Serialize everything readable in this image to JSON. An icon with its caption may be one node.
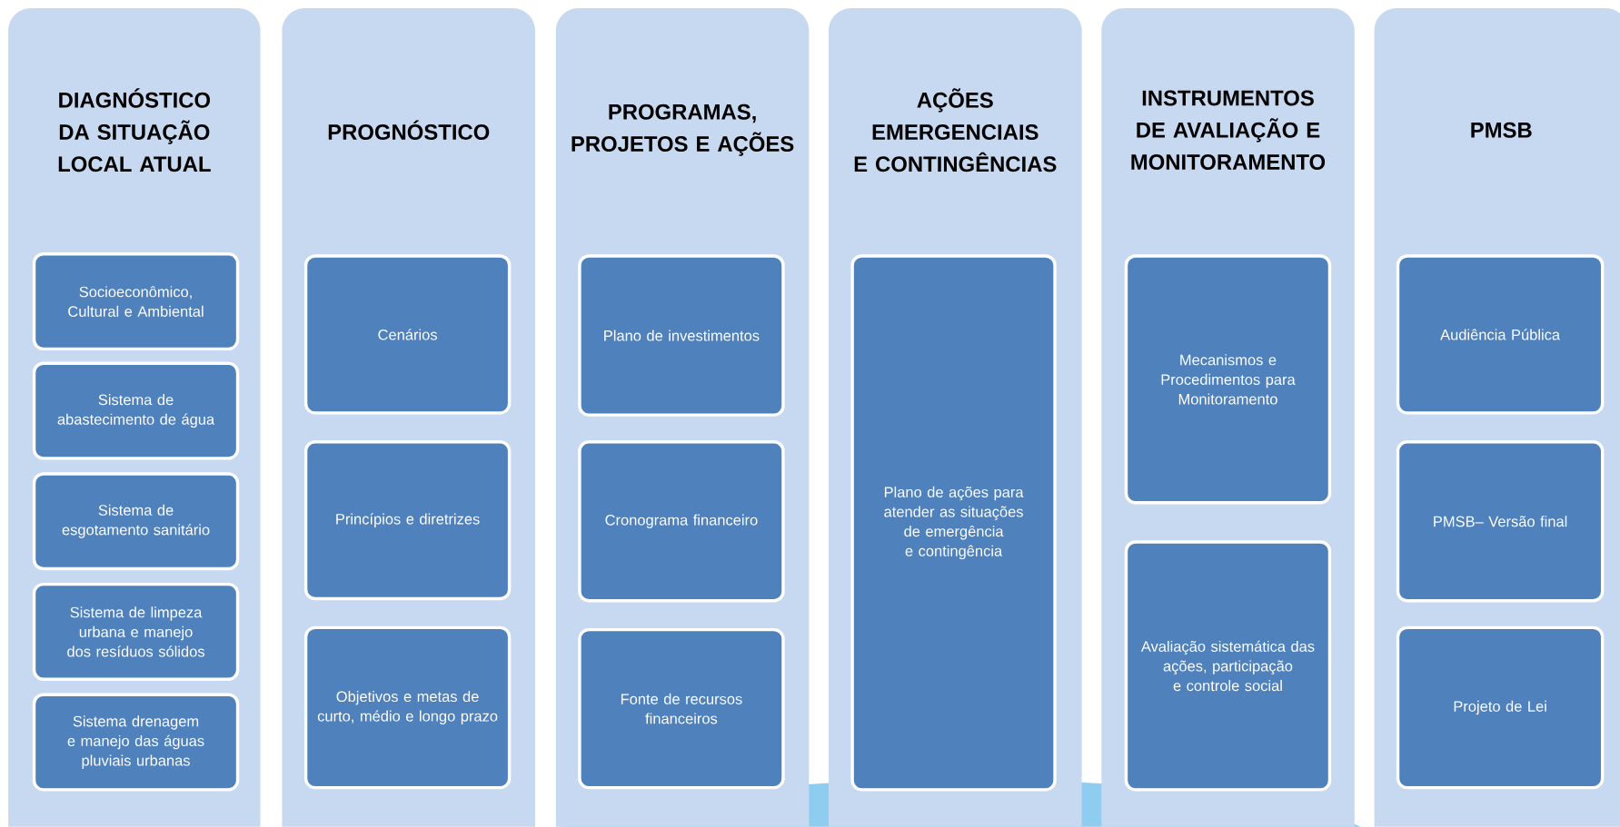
{
  "diagram": {
    "nodes": [
      {
        "text": [
          "DIAGNÓSTICO DA SITUAÇÃO LOCAL ATUAL"
        ]
      },
      {
        "text": [
          "Socioeconômico, Cultural e Ambiental"
        ],
        "in": 0
      },
      {
        "text": [
          "Sistema de abastecimento de água"
        ],
        "in": 0
      },
      {
        "text": [
          "Sistema de esgotamento sanitário"
        ],
        "in": 0
      },
      {
        "text": [
          "Sistema de limpeza urbana e manejo dos resíduos sólidos"
        ],
        "in": 0
      },
      {
        "text": [
          "Sistema drenagem e manejo das águas pluviais urbanas"
        ],
        "in": 0
      },
      {
        "text": [
          "PROGNÓSTICO"
        ]
      },
      {
        "text": [
          "Cenários"
        ],
        "in": 6
      },
      {
        "text": [
          "Princípios e diretrizes"
        ],
        "in": 6
      },
      {
        "text": [
          "Objetivos e metas de curto, médio e longo prazo"
        ],
        "in": 6
      },
      {
        "text": [
          "PROGRAMAS, PROJETOS E AÇÕES"
        ]
      },
      {
        "text": [
          "Plano de investimentos"
        ],
        "in": 10
      },
      {
        "text": [
          "Cronograma financeiro"
        ],
        "in": 10
      },
      {
        "text": [
          "Fonte de recursos financeiros"
        ],
        "in": 10
      },
      {
        "text": [
          "AÇÕES EMERGENCIAIS E CONTINGÊNCIAS"
        ]
      },
      {
        "text": [
          "Plano de ações para atender as situações de emergência e contingência"
        ],
        "in": 14
      },
      {
        "text": [
          "INSTRUMENTOS DE AVALIAÇÃO E MONITORAMENTO"
        ]
      },
      {
        "text": [
          "Mecanismos e Procedimentos para Monitoramento"
        ],
        "in": 16
      },
      {
        "text": [
          "Avaliação sistemática das ações, participação e controle social"
        ],
        "in": 16
      },
      {
        "text": [
          "PMSB"
        ]
      },
      {
        "text": [
          "Audiência Pública"
        ],
        "in": 19
      },
      {
        "text": [
          "PMSB– Versão final"
        ],
        "in": 19
      },
      {
        "text": [
          "Projeto de Lei"
        ],
        "in": 19
      }
    ]
  }
}
